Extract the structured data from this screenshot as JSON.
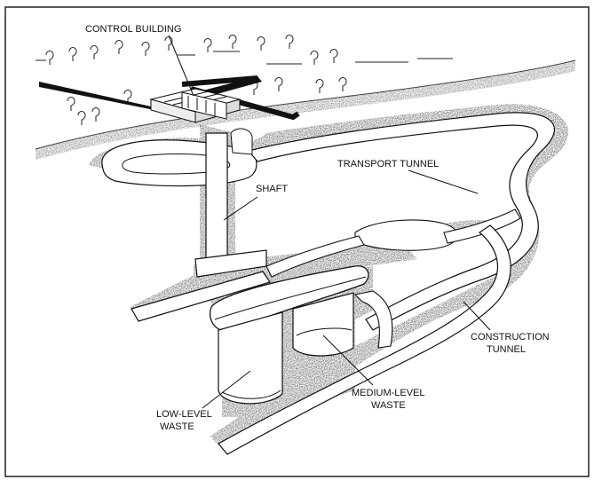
{
  "labels": {
    "control_building": "CONTROL BUILDING",
    "transport_tunnel": "TRANSPORT TUNNEL",
    "shaft": "SHAFT",
    "construction_tunnel_line1": "CONSTRUCTION",
    "construction_tunnel_line2": "TUNNEL",
    "medium_level_line1": "MEDIUM-LEVEL",
    "medium_level_line2": "WASTE",
    "low_level_line1": "LOW-LEVEL",
    "low_level_line2": "WASTE"
  },
  "colors": {
    "ink": "#111111",
    "tunnel_fill": "#ffffff",
    "rock_stipple": "#9a9a9a",
    "frame": "#222222"
  }
}
